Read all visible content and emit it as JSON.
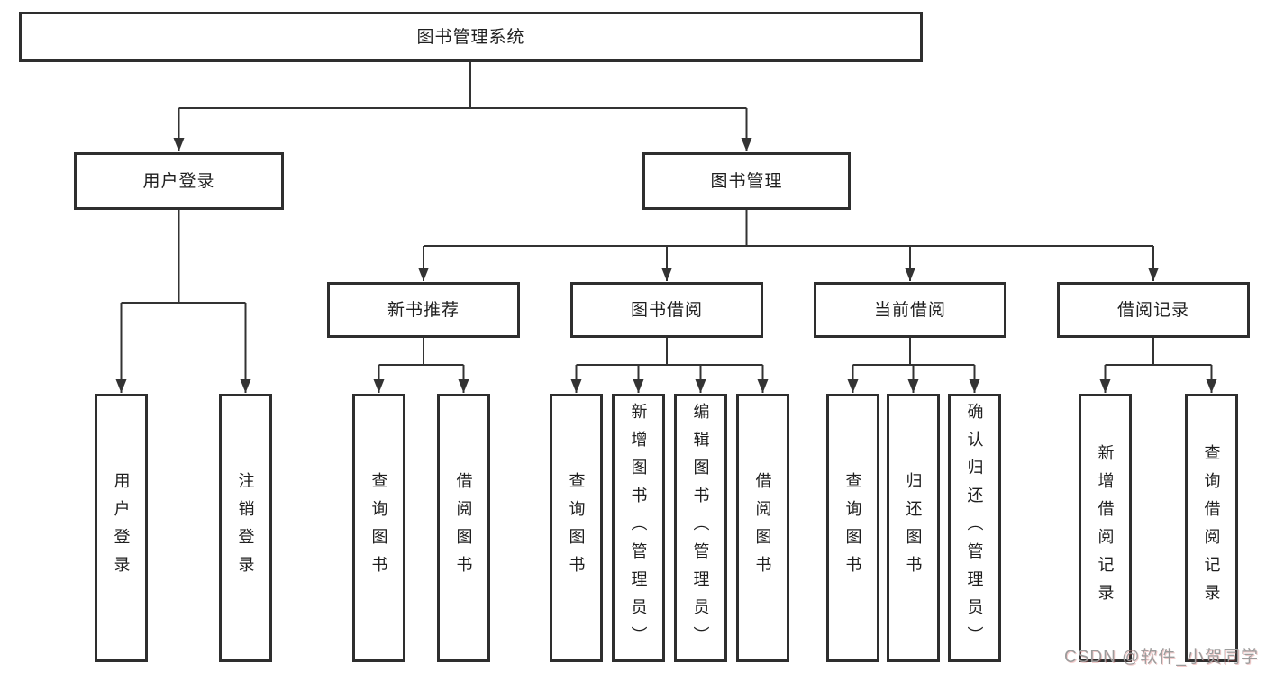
{
  "diagram": {
    "type": "hierarchy-tree",
    "title": "图书管理系统",
    "tree": {
      "root": {
        "label": "图书管理系统"
      },
      "branches": [
        {
          "label": "用户登录",
          "children": [
            {
              "label": "用户登录"
            },
            {
              "label": "注销登录"
            }
          ]
        },
        {
          "label": "图书管理",
          "children": [
            {
              "label": "新书推荐",
              "children": [
                {
                  "label": "查询图书"
                },
                {
                  "label": "借阅图书"
                }
              ]
            },
            {
              "label": "图书借阅",
              "children": [
                {
                  "label": "查询图书"
                },
                {
                  "label": "新增图书（管理员）"
                },
                {
                  "label": "编辑图书（管理员）"
                },
                {
                  "label": "借阅图书"
                }
              ]
            },
            {
              "label": "当前借阅",
              "children": [
                {
                  "label": "查询图书"
                },
                {
                  "label": "归还图书"
                },
                {
                  "label": "确认归还（管理员）"
                }
              ]
            },
            {
              "label": "借阅记录",
              "children": [
                {
                  "label": "新增借阅记录"
                },
                {
                  "label": "查询借阅记录"
                }
              ]
            }
          ]
        }
      ]
    },
    "colors": {
      "line": "#333333",
      "box_border": "#2e2e2e",
      "text": "#1f1f1f",
      "background": "#ffffff",
      "watermark_text": "#9c9c9c"
    }
  },
  "watermark": "CSDN @软件_小贺同学"
}
